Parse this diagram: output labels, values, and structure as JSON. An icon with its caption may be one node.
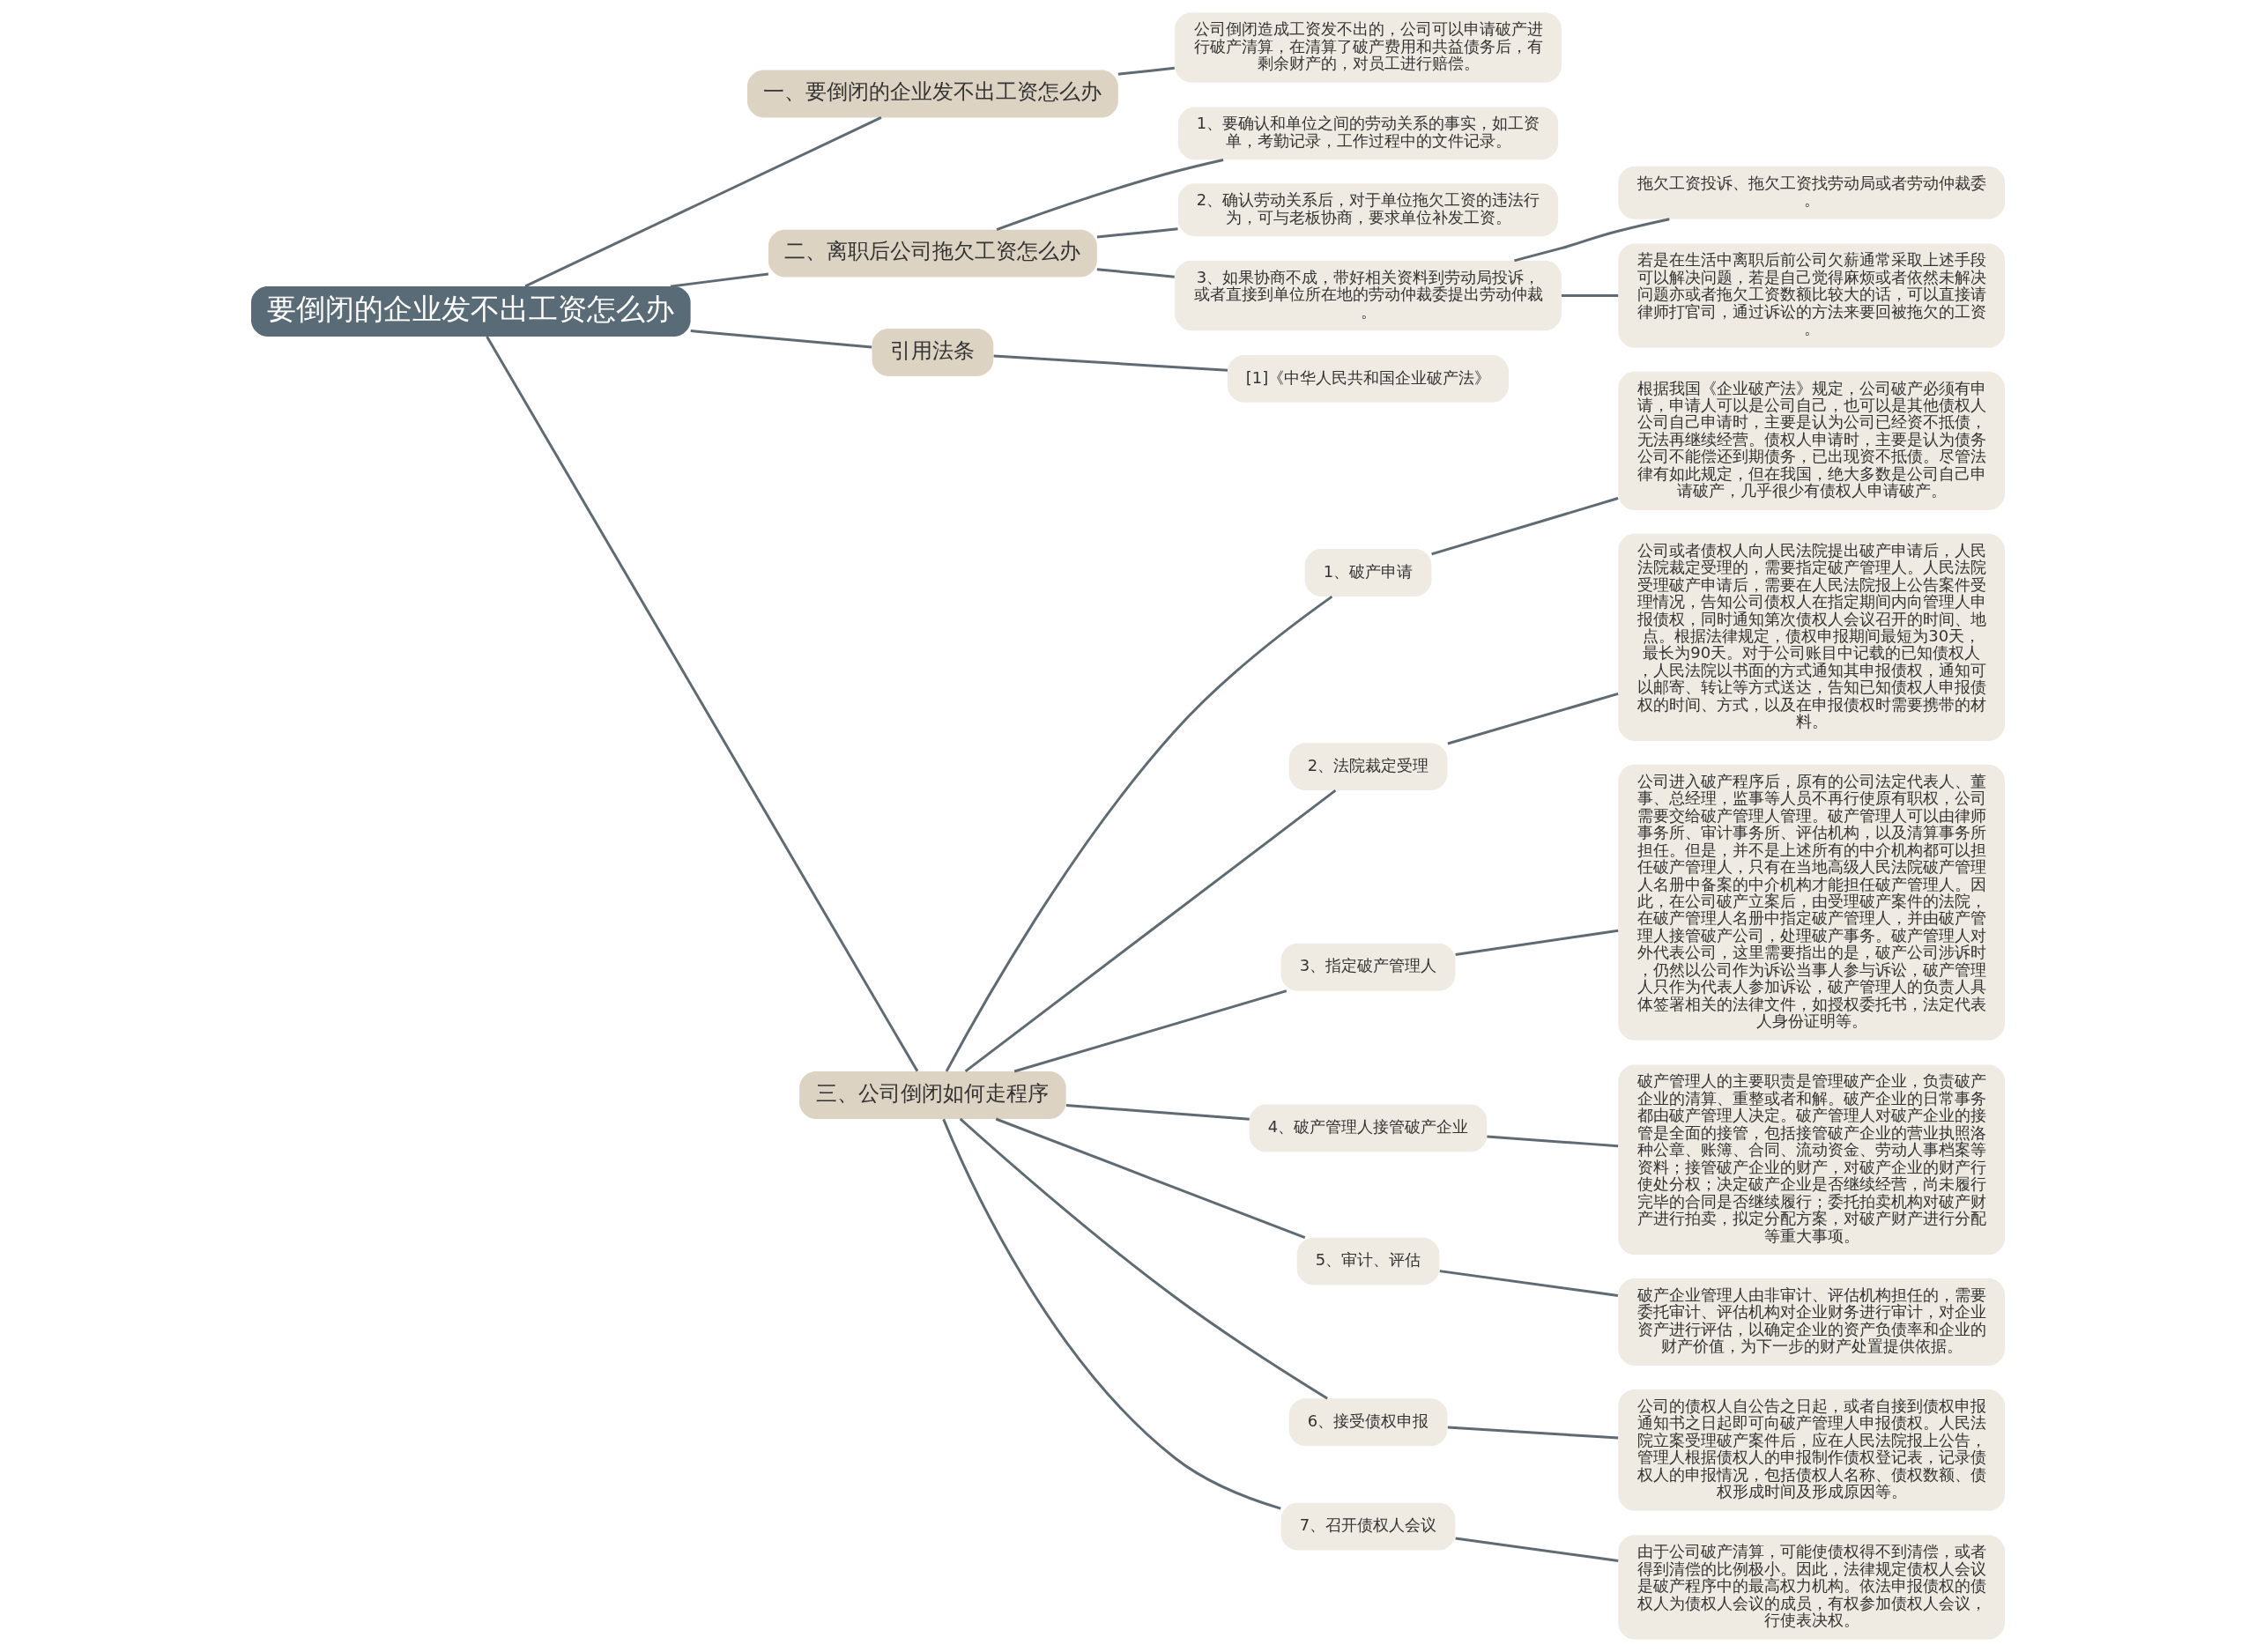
{
  "diagram": {
    "nodes": [
      {
        "text": [
          "要倒闭的企业发不出工资怎么办"
        ]
      },
      {
        "text": [
          "一、要倒闭的企业发不出工资怎么办"
        ]
      },
      {
        "text": [
          "公司倒闭造成工资发不出的，公司可以申请破产进行破产清算，在清算了破产费用和共益债务后，有剩余财产的，对员工进行赔偿。"
        ]
      },
      {
        "text": [
          "二、离职后公司拖欠工资怎么办"
        ]
      },
      {
        "text": [
          "1、要确认和单位之间的劳动关系的事实，如工资单，考勤记录，工作过程中的文件记录。"
        ]
      },
      {
        "text": [
          "2、确认劳动关系后，对于单位拖欠工资的违法行为，可与老板协商，要求单位补发工资。"
        ]
      },
      {
        "text": [
          "3、如果协商不成，带好相关资料到劳动局投诉，或者直接到单位所在地的劳动仲裁委提出劳动仲裁。"
        ]
      },
      {
        "text": [
          "拖欠工资投诉、拖欠工资找劳动局或者劳动仲裁委。"
        ]
      },
      {
        "text": [
          "若是在生活中离职后前公司欠薪通常采取上述手段可以解决问题，若是自己觉得麻烦或者依然未解决问题亦或者拖欠工资数额比较大的话，可以直接请律师打官司，通过诉讼的方法来要回被拖欠的工资。"
        ]
      },
      {
        "text": [
          "引用法条"
        ]
      },
      {
        "text": [
          "[1]《中华人民共和国企业破产法》"
        ]
      },
      {
        "text": [
          "三、公司倒闭如何走程序"
        ]
      },
      {
        "text": [
          "1、破产申请"
        ]
      },
      {
        "text": [
          "根据我国《企业破产法》规定，公司破产必须有申请，申请人可以是公司自己，也可以是其他债权人公司自己申请时，主要是认为公司已经资不抵债，无法再继续经营。债权人申请时，主要是认为债务公司不能偿还到期债务，已出现资不抵债。尽管法律有如此规定，但在我国，绝大多数是公司自己申请破产，几乎很少有债权人申请破产。"
        ]
      },
      {
        "text": [
          "2、法院裁定受理"
        ]
      },
      {
        "text": [
          "公司或者债权人向人民法院提出破产申请后，人民法院裁定受理的，需要指定破产管理人。人民法院受理破产申请后，需要在人民法院报上公告案件受理情况，告知公司债权人在指定期间内向管理人申报债权，同时通知第次债权人会议召开的时间、地点。根据法律规定，债权申报期间最短为30天，最长为90天。对于公司账目中记载的已知债权人，人民法院以书面的方式通知其申报债权，通知可以邮寄、转让等方式送达，告知已知债权人申报债权的时间、方式，以及在申报债权时需要携带的材料。"
        ]
      },
      {
        "text": [
          "3、指定破产管理人"
        ]
      },
      {
        "text": [
          "公司进入破产程序后，原有的公司法定代表人、董事、总经理，监事等人员不再行使原有职权，公司需要交给破产管理人管理。破产管理人可以由律师事务所、审计事务所、评估机构，以及清算事务所担任。但是，并不是上述所有的中介机构都可以担任破产管理人，只有在当地高级人民法院破产管理人名册中备案的中介机构才能担任破产管理人。因此，在公司破产立案后，由受理破产案件的法院，在破产管理人名册中指定破产管理人，并由破产管理人接管破产公司，处理破产事务。破产管理人对外代表公司，这里需要指出的是，破产公司涉诉时，仍然以公司作为诉讼当事人参与诉讼，破产管理人只作为代表人参加诉讼，破产管理人的负责人具体签署相关的法律文件，如授权委托书，法定代表人身份证明等。"
        ]
      },
      {
        "text": [
          "4、破产管理人接管破产企业"
        ]
      },
      {
        "text": [
          "破产管理人的主要职责是管理破产企业，负责破产企业的清算、重整或者和解。破产企业的日常事务都由破产管理人决定。破产管理人对破产企业的接管是全面的接管，包括接管破产企业的营业执照洛种公章、账簿、合同、流动资金、劳动人事档案等资料；接管破产企业的财产，对破产企业的财产行使处分权；决定破产企业是否继续经营，尚未履行完毕的合同是否继续履行；委托拍卖机构对破产财产进行拍卖，拟定分配方案，对破产财产进行分配等重大事项。"
        ]
      },
      {
        "text": [
          "5、审计、评估"
        ]
      },
      {
        "text": [
          "破产企业管理人由非审计、评估机构担任的，需要委托审计、评估机构对企业财务进行审计，对企业资产进行评估，以确定企业的资产负债率和企业的财产价值，为下一步的财产处置提供依据。"
        ]
      },
      {
        "text": [
          "6、接受债权申报"
        ]
      },
      {
        "text": [
          "公司的债权人自公告之日起，或者自接到债权申报通知书之日起即可向破产管理人申报债权。人民法院立案受理破产案件后，应在人民法院报上公告，管理人根据债权人的申报制作债权登记表，记录债权人的申报情况，包括债权人名称、债权数额、债权形成时间及形成原因等。"
        ]
      },
      {
        "text": [
          "7、召开债权人会议"
        ]
      },
      {
        "text": [
          "由于公司破产清算，可能使债权得不到清偿，或者得到清偿的比例极小。因此，法律规定债权人会议是破产程序中的最高权力机构。依法申报债权的债权人为债权人会议的成员，有权参加债权人会议，行使表决权。"
        ]
      }
    ],
    "edges": [
      {
        "from": 0,
        "to": 1,
        "arrow": "none"
      },
      {
        "from": 1,
        "to": 2,
        "arrow": "none"
      },
      {
        "from": 0,
        "to": 3,
        "arrow": "none"
      },
      {
        "from": 3,
        "to": 4,
        "arrow": "none"
      },
      {
        "from": 3,
        "to": 5,
        "arrow": "none"
      },
      {
        "from": 3,
        "to": 6,
        "arrow": "none"
      },
      {
        "from": 6,
        "to": 7,
        "arrow": "none"
      },
      {
        "from": 6,
        "to": 8,
        "arrow": "none"
      },
      {
        "from": 0,
        "to": 9,
        "arrow": "none"
      },
      {
        "from": 9,
        "to": 10,
        "arrow": "none"
      },
      {
        "from": 0,
        "to": 11,
        "arrow": "none"
      },
      {
        "from": 11,
        "to": 12,
        "arrow": "none"
      },
      {
        "from": 12,
        "to": 13,
        "arrow": "none"
      },
      {
        "from": 11,
        "to": 14,
        "arrow": "none"
      },
      {
        "from": 14,
        "to": 15,
        "arrow": "none"
      },
      {
        "from": 11,
        "to": 16,
        "arrow": "none"
      },
      {
        "from": 16,
        "to": 17,
        "arrow": "none"
      },
      {
        "from": 11,
        "to": 18,
        "arrow": "none"
      },
      {
        "from": 18,
        "to": 19,
        "arrow": "none"
      },
      {
        "from": 11,
        "to": 20,
        "arrow": "none"
      },
      {
        "from": 20,
        "to": 21,
        "arrow": "none"
      },
      {
        "from": 11,
        "to": 22,
        "arrow": "none"
      },
      {
        "from": 22,
        "to": 23,
        "arrow": "none"
      },
      {
        "from": 11,
        "to": 24,
        "arrow": "none"
      },
      {
        "from": 24,
        "to": 25,
        "arrow": "none"
      }
    ]
  }
}
